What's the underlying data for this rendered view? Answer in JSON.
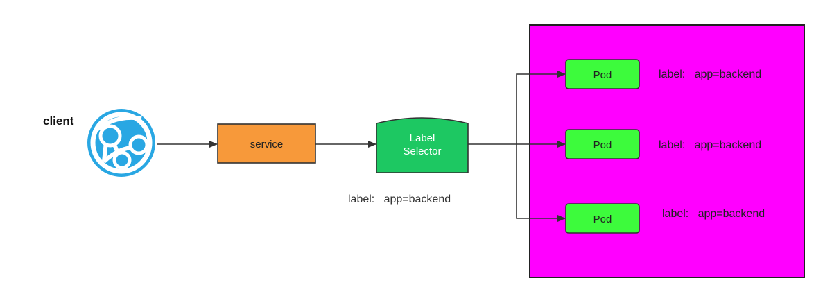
{
  "client": {
    "label": "client",
    "icon": "globe-network-icon"
  },
  "service": {
    "label": "service"
  },
  "selector": {
    "line1": "Label",
    "line2": "Selector",
    "label_text": "label:   app=backend"
  },
  "pods": [
    {
      "label": "Pod",
      "pod_label": "label:   app=backend"
    },
    {
      "label": "Pod",
      "pod_label": "label:   app=backend"
    },
    {
      "label": "Pod",
      "pod_label": "label:   app=backend"
    }
  ],
  "colors": {
    "service_fill": "#f7993a",
    "selector_fill": "#1dc862",
    "pod_fill": "#3dfb3c",
    "group_fill": "#ff00ff",
    "globe_fill": "#29a7e3",
    "line": "#333333"
  }
}
